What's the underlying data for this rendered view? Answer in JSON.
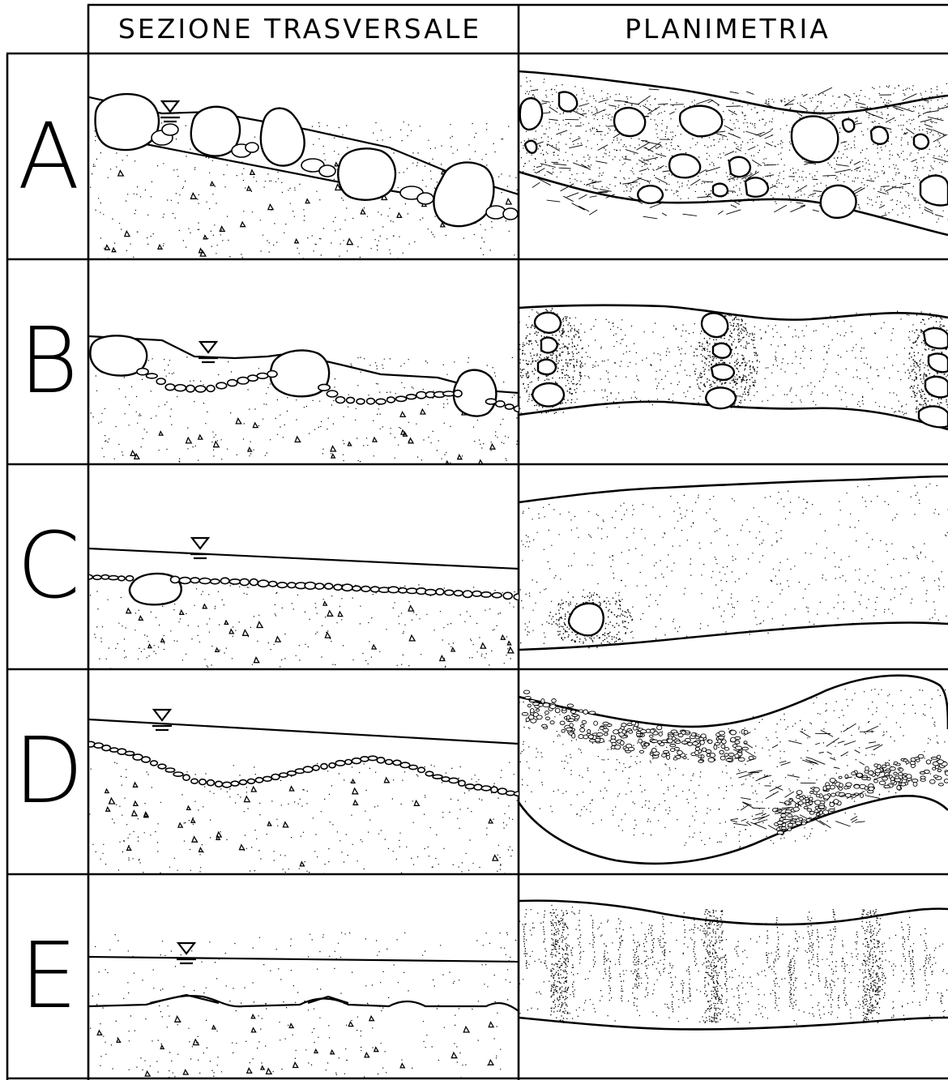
{
  "headers": {
    "section": "SEZIONE TRASVERSALE",
    "plan": "PLANIMETRIA"
  },
  "rows": [
    {
      "label": "A"
    },
    {
      "label": "B"
    },
    {
      "label": "C"
    },
    {
      "label": "D"
    },
    {
      "label": "E"
    }
  ]
}
